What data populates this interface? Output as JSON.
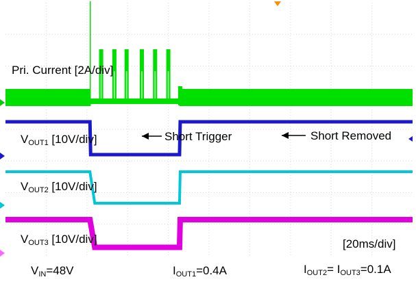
{
  "chart_data": {
    "type": "line",
    "title": "",
    "time_scale": "[20ms/div]",
    "x_unit": "ms",
    "xlim": [
      0,
      200
    ],
    "grid": true,
    "channels": [
      {
        "name": "Pri. Current [2A/div]",
        "color": "#00e000",
        "marker_color": "#00cc00",
        "events": [
          {
            "t": 0,
            "state": "steady"
          },
          {
            "t": 41.5,
            "state": "spike"
          },
          {
            "t": 42.0,
            "state": "hiccup"
          },
          {
            "t": 85.5,
            "state": "steady"
          }
        ],
        "hiccup_pulse_times_ms": [
          47,
          53.5,
          59.5,
          67,
          73.5,
          80
        ]
      },
      {
        "name": "VOUT1 [10V/div]",
        "label_main": "V",
        "label_sub": "OUT1",
        "label_rest": " [10V/div]",
        "color": "#1a1acc",
        "marker_color": "#1a1acc",
        "before_short_div": 0.0,
        "during_short_div": 1.0
      },
      {
        "name": "VOUT2 [10V/div]",
        "label_main": "V",
        "label_sub": "OUT2",
        "label_rest": " [10V/div]",
        "color": "#00c8d8",
        "marker_color": "#00c8d8",
        "before_short_div": 0.0,
        "during_short_div": 1.0
      },
      {
        "name": "VOUT3 [10V/div]",
        "label_main": "V",
        "label_sub": "OUT3",
        "label_rest": " [10V/div]",
        "color": "#e000e0",
        "marker_color": "#ff66ff",
        "before_short_div": 0.0,
        "during_short_div": 0.9
      }
    ],
    "annotations": [
      {
        "text": "Short Trigger",
        "t": 41.5
      },
      {
        "text": "Short Removed",
        "t": 85.5
      }
    ],
    "conditions": {
      "vin_main": "V",
      "vin_sub": "IN",
      "vin_rest": "=48V",
      "iout1_main": "I",
      "iout1_sub": "OUT1",
      "iout1_rest": "=0.4A",
      "iout23_main_a": "I",
      "iout23_sub_a": "OUT2",
      "iout23_mid": "= I",
      "iout23_sub_b": "OUT3",
      "iout23_rest": "=0.1A"
    }
  }
}
